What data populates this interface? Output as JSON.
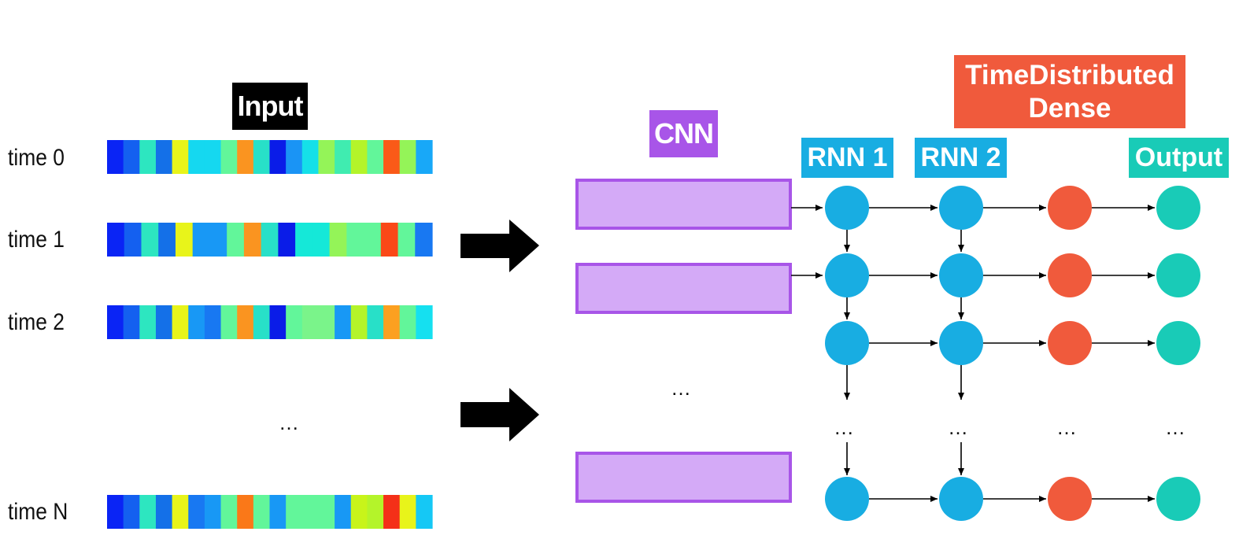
{
  "labels": {
    "input": "Input",
    "cnn": "CNN",
    "rnn1": "RNN 1",
    "rnn2": "RNN 2",
    "tdd": "TimeDistributed Dense",
    "output": "Output"
  },
  "time_labels": [
    "time 0",
    "time 1",
    "time 2",
    "time N"
  ],
  "ellipsis": "…",
  "colors": {
    "input_label_bg": "#000000",
    "cnn_label_bg": "#a855e8",
    "cnn_box_fill": "#d4aaf7",
    "cnn_box_border": "#a855e8",
    "rnn_node": "#18ade2",
    "tdd_node": "#f05a3c",
    "output_node": "#19cbb7",
    "arrow": "#000000"
  },
  "input_rows": [
    [
      "#0a24f5",
      "#1460f0",
      "#2de6c0",
      "#1470e8",
      "#e8f41a",
      "#15d8f0",
      "#15d8f0",
      "#62f69a",
      "#fa9420",
      "#28e0c8",
      "#0a1ce8",
      "#1a94f5",
      "#15e0e8",
      "#94f458",
      "#40ecb0",
      "#b4f42a",
      "#62f69a",
      "#fa5a18",
      "#94f458",
      "#18a8f8"
    ],
    [
      "#0a24f5",
      "#1460f0",
      "#2de6c0",
      "#1470e8",
      "#e8f41a",
      "#1898f5",
      "#1898f5",
      "#62f69a",
      "#fa9420",
      "#28e0c8",
      "#0a1ce8",
      "#15e8d8",
      "#15e8d8",
      "#94f458",
      "#62f69a",
      "#62f69a",
      "#fa4818",
      "#62f69a",
      "#1878f2"
    ],
    [
      "#0a24f5",
      "#1460f0",
      "#2de6c0",
      "#1470e8",
      "#e8f41a",
      "#1898f5",
      "#1878f2",
      "#62f69a",
      "#fa9420",
      "#28e0c8",
      "#0a1ce8",
      "#62f69a",
      "#7af48a",
      "#7af48a",
      "#1898f5",
      "#b4f42a",
      "#28e0c8",
      "#fca020",
      "#62f69a",
      "#15e0f0"
    ],
    [
      "#0a24f5",
      "#1460f0",
      "#2de6c0",
      "#1470e8",
      "#e8f41a",
      "#1878f2",
      "#1898f5",
      "#62f69a",
      "#fa7818",
      "#62f69a",
      "#1898f5",
      "#62f69a",
      "#62f69a",
      "#62f69a",
      "#1898f5",
      "#c8f41a",
      "#b4f42a",
      "#f43018",
      "#e8f41a",
      "#15c8f5"
    ]
  ]
}
